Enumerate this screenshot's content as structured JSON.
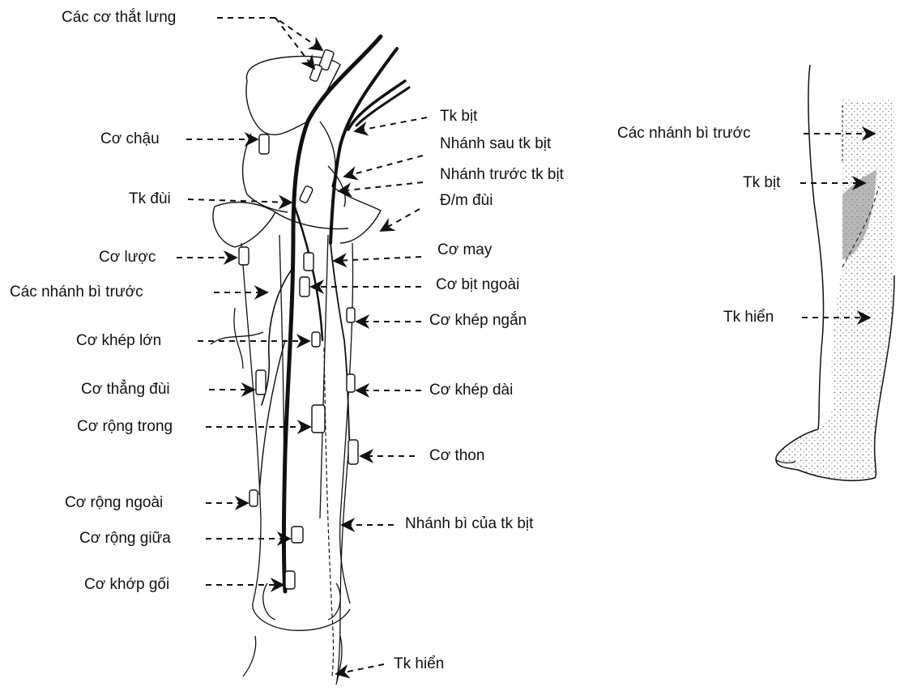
{
  "colors": {
    "ink": "#111111",
    "background": "#ffffff",
    "stipple": "#555555"
  },
  "left_figure": {
    "labels_left": [
      "Các cơ thắt lưng",
      "Cơ chậu",
      "Tk đùi",
      "Cơ lược",
      "Các nhánh bì trước",
      "Cơ khép lớn",
      "Cơ thẳng đùi",
      "Cơ rộng trong",
      "Cơ rộng ngoài",
      "Cơ rộng giữa",
      "Cơ khớp gối"
    ],
    "labels_right": [
      "Tk bịt",
      "Nhánh sau tk bịt",
      "Nhánh trước tk bịt",
      "Đ/m đùi",
      "Cơ may",
      "Cơ bịt ngoài",
      "Cơ khép ngắn",
      "Cơ khép dài",
      "Cơ thon",
      "Nhánh bì của tk bịt",
      "Tk hiển"
    ]
  },
  "right_figure": {
    "labels": [
      "Các nhánh bì trước",
      "Tk bịt",
      "Tk hiển"
    ]
  }
}
